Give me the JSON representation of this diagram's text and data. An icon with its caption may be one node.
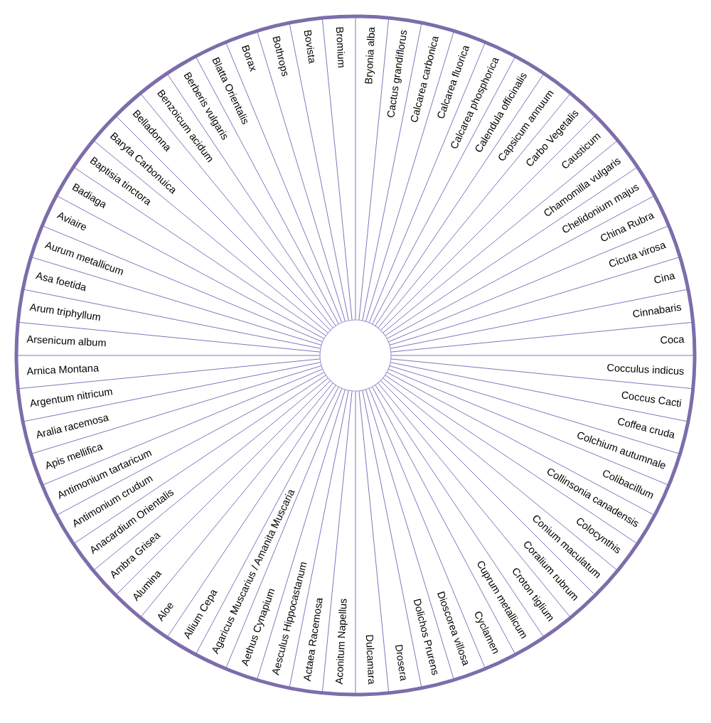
{
  "diagram": {
    "nodes": [
      {
        "text": [
          "Aconitum Napellus"
        ]
      },
      {
        "text": [
          "Actaea Racemosa"
        ]
      },
      {
        "text": [
          "Aesculus Hippocastanum"
        ]
      },
      {
        "text": [
          "Aethus Cynapium"
        ]
      },
      {
        "text": [
          "Agaricus Muscarius / Amanita Muscaria"
        ]
      },
      {
        "text": [
          "Allium Cepa"
        ]
      },
      {
        "text": [
          "Aloe"
        ]
      },
      {
        "text": [
          "Alumina"
        ]
      },
      {
        "text": [
          "Ambra Grisea"
        ]
      },
      {
        "text": [
          "Anacardium Orientalis"
        ]
      },
      {
        "text": [
          "Antimonium crudum"
        ]
      },
      {
        "text": [
          "Antimonium tartaricum"
        ]
      },
      {
        "text": [
          "Apis mellifica"
        ]
      },
      {
        "text": [
          "Aralia racemosa"
        ]
      },
      {
        "text": [
          "Argentum nitricum"
        ]
      },
      {
        "text": [
          "Arnica Montana"
        ]
      },
      {
        "text": [
          "Arsenicum album"
        ]
      },
      {
        "text": [
          "Arum triphyllum"
        ]
      },
      {
        "text": [
          "Asa foetida"
        ]
      },
      {
        "text": [
          "Aurum metallicum"
        ]
      },
      {
        "text": [
          "Aviaire"
        ]
      },
      {
        "text": [
          "Badiaga"
        ]
      },
      {
        "text": [
          "Baptisia tinctora"
        ]
      },
      {
        "text": [
          "Baryta Carbonuica"
        ]
      },
      {
        "text": [
          "Belladonna"
        ]
      },
      {
        "text": [
          "Benzoicum acidum"
        ]
      },
      {
        "text": [
          "Berberis vulgaris"
        ]
      },
      {
        "text": [
          "Blatta Orientalis"
        ]
      },
      {
        "text": [
          "Borax"
        ]
      },
      {
        "text": [
          "Bothrops"
        ]
      },
      {
        "text": [
          "Bovista"
        ]
      },
      {
        "text": [
          "Bromium"
        ]
      },
      {
        "text": [
          "Bryonia alba"
        ]
      },
      {
        "text": [
          "Cactus grandiflorus"
        ]
      },
      {
        "text": [
          "Calcarea carbonica"
        ]
      },
      {
        "text": [
          "Calcarea fluorica"
        ]
      },
      {
        "text": [
          "Calcarea phosphorica"
        ]
      },
      {
        "text": [
          "Calendula officinalis"
        ]
      },
      {
        "text": [
          "Capsicum annuum"
        ]
      },
      {
        "text": [
          "Carbo Vegetalis"
        ]
      },
      {
        "text": [
          "Causticum"
        ]
      },
      {
        "text": [
          "Chamomilla vulgaris"
        ]
      },
      {
        "text": [
          "Chelidonium majus"
        ]
      },
      {
        "text": [
          "China Rubra"
        ]
      },
      {
        "text": [
          "Cicuta virosa"
        ]
      },
      {
        "text": [
          "Cina"
        ]
      },
      {
        "text": [
          "Cinnabaris"
        ]
      },
      {
        "text": [
          "Coca"
        ]
      },
      {
        "text": [
          "Cocculus indicus"
        ]
      },
      {
        "text": [
          "Coccus Cacti"
        ]
      },
      {
        "text": [
          "Coffea cruda"
        ]
      },
      {
        "text": [
          "Colchium autumnale"
        ]
      },
      {
        "text": [
          "Colibacillum"
        ]
      },
      {
        "text": [
          "Collinsonia canadensis"
        ]
      },
      {
        "text": [
          "Colocynthis"
        ]
      },
      {
        "text": [
          "Conium maculatum"
        ]
      },
      {
        "text": [
          "Coralium rubrum"
        ]
      },
      {
        "text": [
          "Croton tiglium"
        ]
      },
      {
        "text": [
          "Cuprum metallicum"
        ]
      },
      {
        "text": [
          "Cyclamen"
        ]
      },
      {
        "text": [
          "Dioscorea villosa"
        ]
      },
      {
        "text": [
          "Dolichos Prurens"
        ]
      },
      {
        "text": [
          "Drosera"
        ]
      },
      {
        "text": [
          "Dulcamara"
        ]
      }
    ]
  }
}
